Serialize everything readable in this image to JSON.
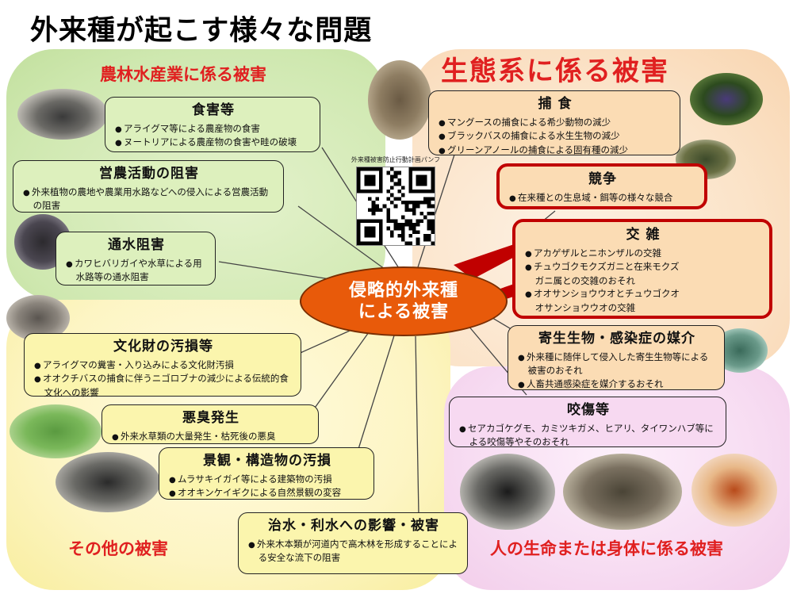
{
  "title": "外来種が起こす様々な問題",
  "center": {
    "line1": "侵略的外来種",
    "line2": "による被害"
  },
  "qr_label": "外来種被害防止行動計画パンフ",
  "zones": {
    "agri": "農林水産業に係る被害",
    "eco": "生態系に係る被害",
    "other": "その他の被害",
    "human": "人の生命または身体に係る被害"
  },
  "boxes": {
    "feeding": {
      "head": "食害等",
      "items": [
        "アライグマ等による農産物の食害",
        "ヌートリアによる農産物の食害や畦の破壊"
      ]
    },
    "farming": {
      "head": "営農活動の阻害",
      "items": [
        "外来植物の農地や農業用水路などへの侵入による営農活動の阻害"
      ]
    },
    "water": {
      "head": "通水阻害",
      "items": [
        "カワヒバリガイや水草による用水路等の通水阻害"
      ]
    },
    "predation": {
      "head": "捕 食",
      "items": [
        "マングースの捕食による希少動物の減少",
        "ブラックバスの捕食による水生生物の減少",
        "グリーンアノールの捕食による固有種の減少"
      ]
    },
    "competition": {
      "head": "競争",
      "items": [
        "在来種との生息域・餌等の様々な競合"
      ]
    },
    "hybrid": {
      "head": "交 雑",
      "items": [
        "アカゲザルとニホンザルの交雑",
        "チュウゴクモクズガニと在来モクズガニ属との交雑のおそれ",
        "オオサンショウウオとチュウゴクオオサンショウウオの交雑"
      ]
    },
    "parasite": {
      "head": "寄生生物・感染症の媒介",
      "items": [
        "外来種に随伴して侵入した寄生生物等による被害のおそれ",
        "人畜共通感染症を媒介するおそれ"
      ]
    },
    "bite": {
      "head": "咬傷等",
      "items": [
        "セアカゴケグモ、カミツキガメ、ヒアリ、タイワンハブ等による咬傷等やそのおそれ"
      ]
    },
    "cultural": {
      "head": "文化財の汚損等",
      "items": [
        "アライグマの糞害・入り込みによる文化財汚損",
        "オオクチバスの捕食に伴うニゴロブナの減少による伝統的食文化への影響"
      ]
    },
    "odor": {
      "head": "悪臭発生",
      "items": [
        "外来水草類の大量発生・枯死後の悪臭"
      ]
    },
    "landscape": {
      "head": "景観・構造物の汚損",
      "items": [
        "ムラサキイガイ等による建築物の汚損",
        "オオキンケイギクによる自然景観の変容"
      ]
    },
    "flood": {
      "head": "治水・利水への影響・被害",
      "items": [
        "外来木本類が河道内で高木林を形成することによる安全な流下の阻害"
      ]
    }
  },
  "colors": {
    "center": "#e85a0a",
    "zone_label": "#e02020",
    "highlight_frame": "#c00000"
  }
}
